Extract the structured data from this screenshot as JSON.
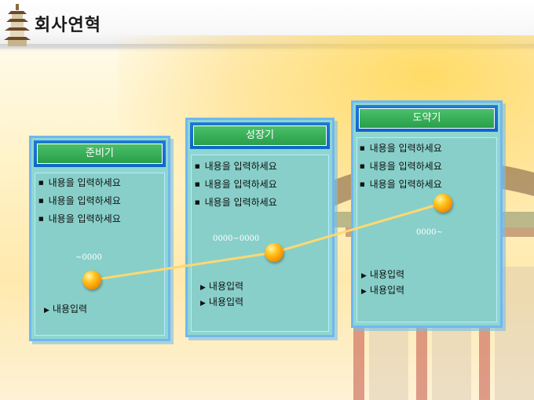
{
  "slide": {
    "title": "회사연혁"
  },
  "colors": {
    "panel_fill": "#8fd6d0",
    "panel_border": "#6fb8f0",
    "header_blue": "#1e7ad6",
    "label_green": "#3cb25a",
    "timeline_line": "#ffd870",
    "orb": "#f5a000"
  },
  "phases": [
    {
      "label": "준비기",
      "bullets": [
        "내용을 입력하세요",
        "내용을 입력하세요",
        "내용을 입력하세요"
      ],
      "date": "~0000",
      "entries": [
        "내용입력"
      ]
    },
    {
      "label": "성장기",
      "bullets": [
        "내용을 입력하세요",
        "내용을 입력하세요",
        "내용을 입력하세요"
      ],
      "date": "0000~0000",
      "entries": [
        "내용입력",
        "내용입력"
      ]
    },
    {
      "label": "도약기",
      "bullets": [
        "내용을 입력하세요",
        "내용을 입력하세요",
        "내용을 입력하세요"
      ],
      "date": "0000~",
      "entries": [
        "내용입력",
        "내용입력"
      ]
    }
  ],
  "icons": {
    "logo": "pagoda-icon",
    "milestone": "orb-marker-icon",
    "bullet": "square-bullet-icon",
    "entry": "triangle-arrow-icon"
  }
}
